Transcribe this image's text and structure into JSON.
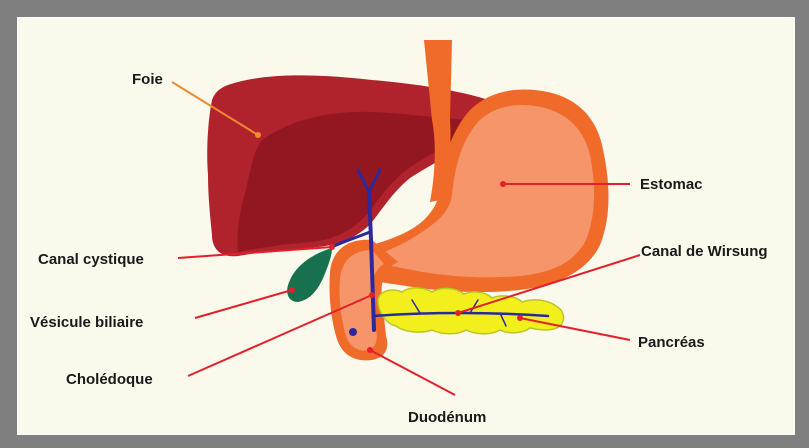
{
  "labels": {
    "foie": "Foie",
    "canal_cystique": "Canal cystique",
    "vesicule_biliaire": "Vésicule biliaire",
    "choledoque": "Cholédoque",
    "estomac": "Estomac",
    "canal_de_wirsung": "Canal de Wirsung",
    "pancreas": "Pancréas",
    "duodenum": "Duodénum"
  },
  "colors": {
    "background_outer": "#7f7f7f",
    "panel": "#fbf8ec",
    "liver": "#b0222c",
    "liver_shadow": "#8e1520",
    "stomach_outline": "#f06a2a",
    "stomach_fill": "#f6946a",
    "bile_duct": "#2b2a9c",
    "gallbladder": "#17704e",
    "pancreas": "#f2ef1c",
    "leader_line_red": "#e2202a",
    "leader_line_orange": "#f08a2e"
  }
}
